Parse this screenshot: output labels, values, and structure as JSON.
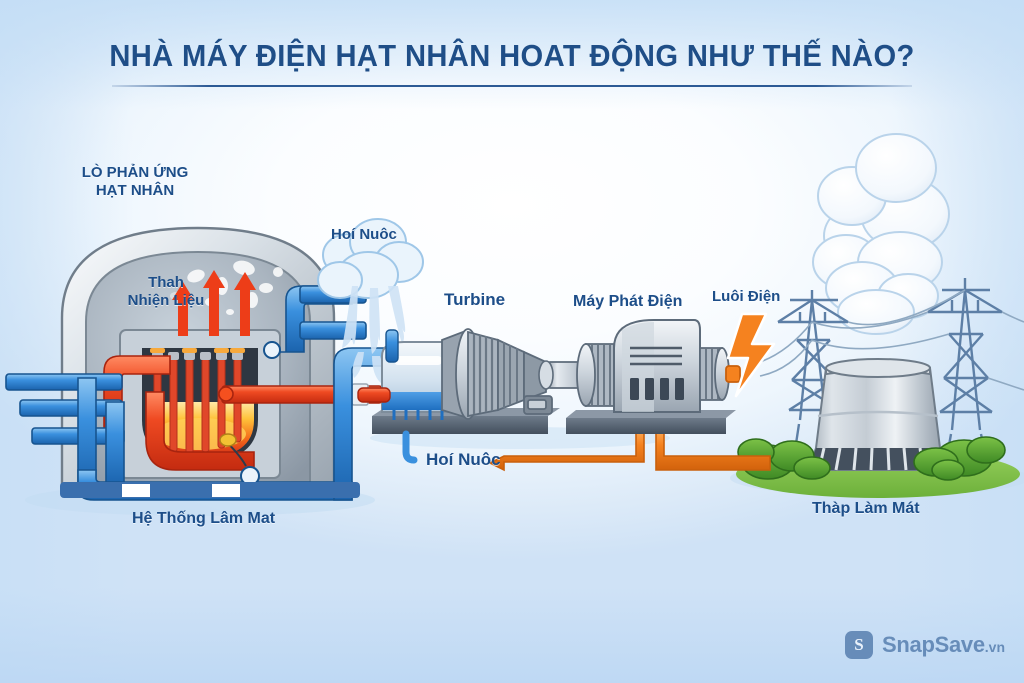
{
  "page": {
    "title": "NHÀ MÁY ĐIỆN HẠT NHÂN HOAT ĐỘNG NHƯ THẾ NÀO?",
    "language": "vi"
  },
  "colors": {
    "title_blue": "#1f4e87",
    "label_blue": "#1d4e89",
    "pipe_hot": "#e8401f",
    "pipe_cold": "#2f86d8",
    "pipe_return": "#f5821f",
    "lightning": "#f5821f",
    "steam": "#cfe4f7",
    "metal_light": "#e9edf1",
    "metal_mid": "#a9b2bc",
    "metal_dark": "#5d6b7a",
    "grass": "#7cc04a",
    "bush": "#5aa436",
    "background_edge": "#cfe2f6",
    "background_center": "#ffffff"
  },
  "labels": {
    "reactor": "LÒ PHẢN ỨNG\nHẠT NHÂN",
    "fuel": "Thah\nNhiện Liệu",
    "steam_top": "Hoí Nuôc",
    "turbine": "Turbine",
    "generator": "Máy Phát Điện",
    "grid": "Luôi Điện",
    "cooling_system": "Hệ Thống Lâm Mat",
    "steam_bottom": "Hoí Nuôc",
    "cooling_tower": "Thàp Làm Mát"
  },
  "watermark": {
    "mark": "S",
    "name": "SnapSave",
    "tld": ".vn"
  },
  "diagram": {
    "components": [
      "nuclear-reactor-containment",
      "fuel-rods",
      "reactor-core",
      "coolant-piping",
      "condenser",
      "steam-turbine",
      "drive-shaft",
      "electric-generator",
      "transmission-pylons",
      "cooling-tower",
      "steam-plume"
    ]
  }
}
